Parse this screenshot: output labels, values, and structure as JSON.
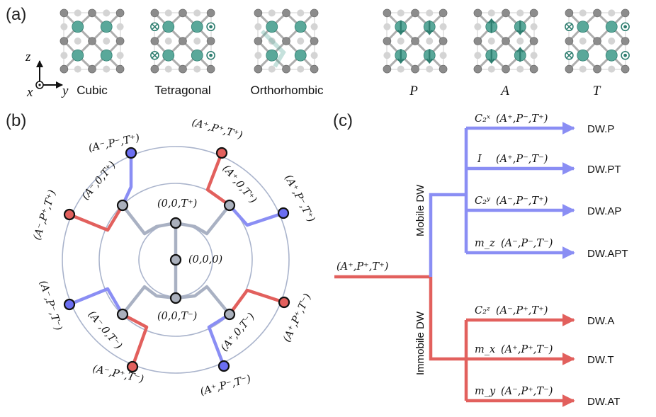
{
  "colors": {
    "teal": "#5aa89a",
    "teal_dark": "#2f7e70",
    "grey_atom": "#8c8c8c",
    "light_atom": "#d4d4d4",
    "mobile": "#8a8ef4",
    "immobile": "#e2605d",
    "ring": "#aab4cc",
    "inner_path": "#a9b1c3",
    "node_grey": "#aab0bc",
    "node_blue": "#6b6ef2",
    "node_red": "#e2605d"
  },
  "panel_a": {
    "label": "(a)",
    "axes": {
      "z": "z",
      "x": "x",
      "y": "y"
    },
    "structures": [
      {
        "name": "Cubic",
        "icon": "cubic-cell-icon"
      },
      {
        "name": "Tetragonal",
        "icon": "tetragonal-cell-icon"
      },
      {
        "name": "Orthorhombic",
        "icon": "orthorhombic-cell-icon"
      }
    ],
    "modes": [
      {
        "name": "P",
        "icon": "p-mode-cell-icon"
      },
      {
        "name": "A",
        "icon": "a-mode-cell-icon"
      },
      {
        "name": "T",
        "icon": "t-mode-cell-icon"
      }
    ]
  },
  "panel_b": {
    "label": "(b)",
    "center": "(0,0,0)",
    "inner": [
      "(0,0,T⁺)",
      "(0,0,T⁻)"
    ],
    "middle": [
      "(A⁻,0,T⁺)",
      "(A⁺,0,T⁺)",
      "(A⁻,0,T⁻)",
      "(A⁺,0,T⁻)"
    ],
    "outer": [
      "(A⁻,P⁻,T⁺)",
      "(A⁺,P⁺,T⁺)",
      "(A⁻,P⁺,T⁺)",
      "(A⁺,P⁻,T⁺)",
      "(A⁻,P⁻,T⁻)",
      "(A⁺,P⁺,T⁻)",
      "(A⁻,P⁺,T⁻)",
      "(A⁺,P⁻,T⁻)"
    ]
  },
  "panel_c": {
    "label": "(c)",
    "root": "(A⁺,P⁺,T⁺)",
    "mobile_label": "Mobile DW",
    "immobile_label": "Immobile DW",
    "mobile": [
      {
        "op": "C₂ˣ",
        "state": "(A⁺,P⁻,T⁺)",
        "dw": "DW.P"
      },
      {
        "op": "I",
        "state": "(A⁺,P⁻,T⁻)",
        "dw": "DW.PT"
      },
      {
        "op": "C₂ʸ",
        "state": "(A⁻,P⁻,T⁺)",
        "dw": "DW.AP"
      },
      {
        "op": "m_z",
        "state": "(A⁻,P⁻,T⁻)",
        "dw": "DW.APT"
      }
    ],
    "immobile": [
      {
        "op": "C₂ᶻ",
        "state": "(A⁻,P⁺,T⁺)",
        "dw": "DW.A"
      },
      {
        "op": "m_x",
        "state": "(A⁺,P⁺,T⁻)",
        "dw": "DW.T"
      },
      {
        "op": "m_y",
        "state": "(A⁻,P⁺,T⁻)",
        "dw": "DW.AT"
      }
    ]
  }
}
